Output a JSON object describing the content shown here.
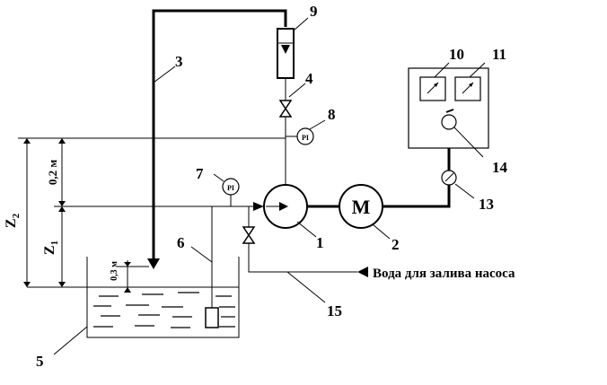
{
  "labels": {
    "n1": "1",
    "n2": "2",
    "n3": "3",
    "n4": "4",
    "n5": "5",
    "n6": "6",
    "n7": "7",
    "n8": "8",
    "n9": "9",
    "n10": "10",
    "n11": "11",
    "n13": "13",
    "n14": "14",
    "n15": "15"
  },
  "motor_label": "M",
  "gauge_label": "PI",
  "dims": {
    "z2": "Z",
    "z2_sub": "2",
    "z1": "Z",
    "z1_sub": "1",
    "d02": "0,2 м",
    "d03": "0,3 м"
  },
  "water_inlet_label": "Вода для залива насоса"
}
